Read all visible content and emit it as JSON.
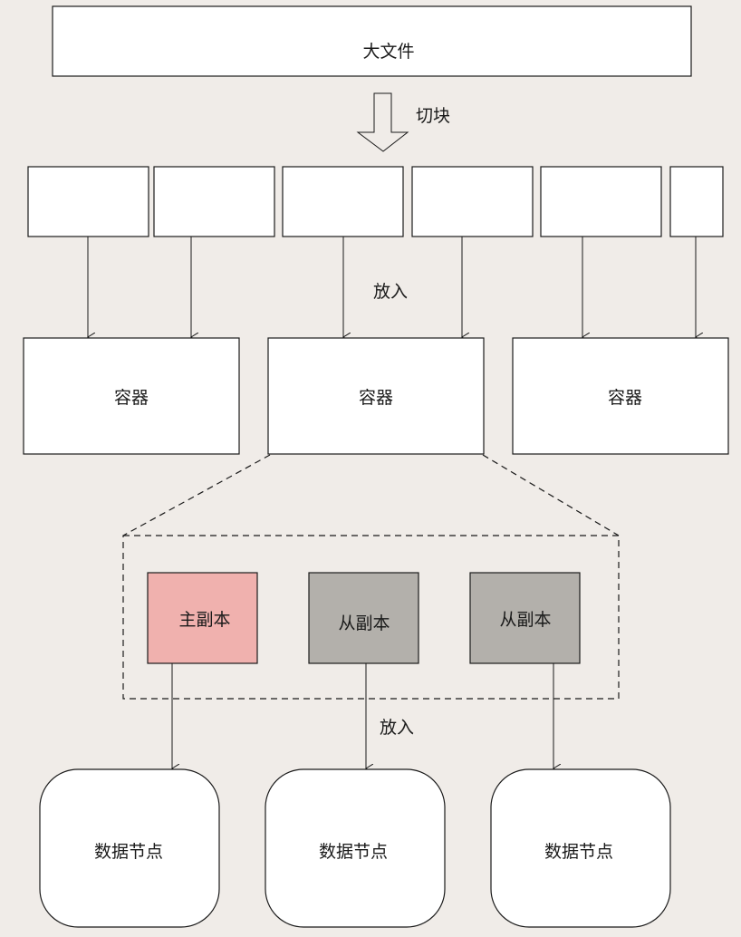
{
  "big_file": {
    "label": "大文件"
  },
  "split_label": "切块",
  "put_in_label_top": "放入",
  "containers": [
    {
      "label": "容器"
    },
    {
      "label": "容器"
    },
    {
      "label": "容器"
    }
  ],
  "replicas": [
    {
      "label": "主副本",
      "role": "primary",
      "color": "#f0b1ae"
    },
    {
      "label": "从副本",
      "role": "secondary",
      "color": "#b3b0ab"
    },
    {
      "label": "从副本",
      "role": "secondary",
      "color": "#b3b0ab"
    }
  ],
  "put_in_label_bottom": "放入",
  "data_nodes": [
    {
      "label": "数据节点"
    },
    {
      "label": "数据节点"
    },
    {
      "label": "数据节点"
    }
  ]
}
